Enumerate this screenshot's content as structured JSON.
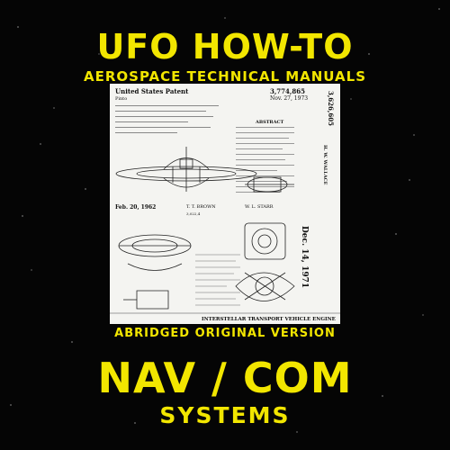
{
  "cover": {
    "title": "UFO HOW-TO",
    "subtitle": "AEROSPACE TECHNICAL MANUALS",
    "edition": "ABRIDGED ORIGINAL VERSION",
    "main_title": "NAV / COM",
    "main_subtitle": "SYSTEMS",
    "colors": {
      "title": "#f2e600",
      "background": "#050505"
    }
  },
  "patent": {
    "header": "United States Patent",
    "number": "3,774,865",
    "date": "Nov. 27, 1973",
    "inventor": "Pinto",
    "abstract_label": "ABSTRACT",
    "left_date": "Feb. 20, 1962",
    "left_inventor": "T. T. BROWN",
    "left_number": "3,022,4",
    "right_inventor": "W. L. STARR",
    "side_number": "3,626,605",
    "side_name": "H. W. WALLACE",
    "side_date": "Dec. 14, 1971",
    "footer": "INTERSTELLAR TRANSPORT VEHICLE ENGINE"
  }
}
